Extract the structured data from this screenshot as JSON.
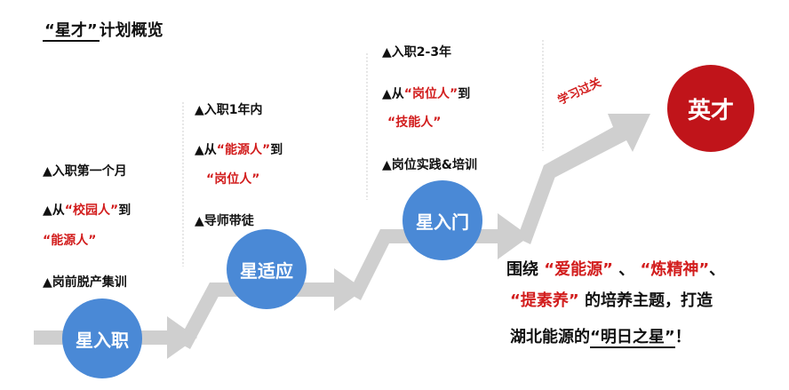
{
  "title": {
    "q1": "“星才”",
    "rest": "计划概览"
  },
  "stages": [
    {
      "name": "星入职",
      "color": "#4a89d6",
      "items": [
        "▲入职第一个月",
        "▲从",
        "“校园人”",
        "到",
        "“能源人”",
        "▲岗前脱产集训"
      ]
    },
    {
      "name": "星适应",
      "color": "#4a89d6",
      "items": [
        "▲入职1年内",
        "▲从",
        "“能源人”",
        "到",
        "“岗位人”",
        "▲导师带徒"
      ]
    },
    {
      "name": "星入门",
      "color": "#4a89d6",
      "items": [
        "▲入职2-3年",
        "▲从",
        "“岗位人”",
        "到",
        "“技能人”",
        "▲岗位实践&培训"
      ]
    }
  ],
  "arrow_label": "学习过关",
  "final_stage": {
    "name": "英才",
    "color": "#c0141a"
  },
  "slogan": {
    "p1": "围绕 ",
    "r1": "“爱能源”",
    "p2": " 、 ",
    "r2": "“炼精神”",
    "p3": "、",
    "r3": "“提素养”",
    "p4": " 的培养主题，打造",
    "p5": "湖北能源的",
    "u1": "“明日之星”",
    "p6": "！"
  }
}
